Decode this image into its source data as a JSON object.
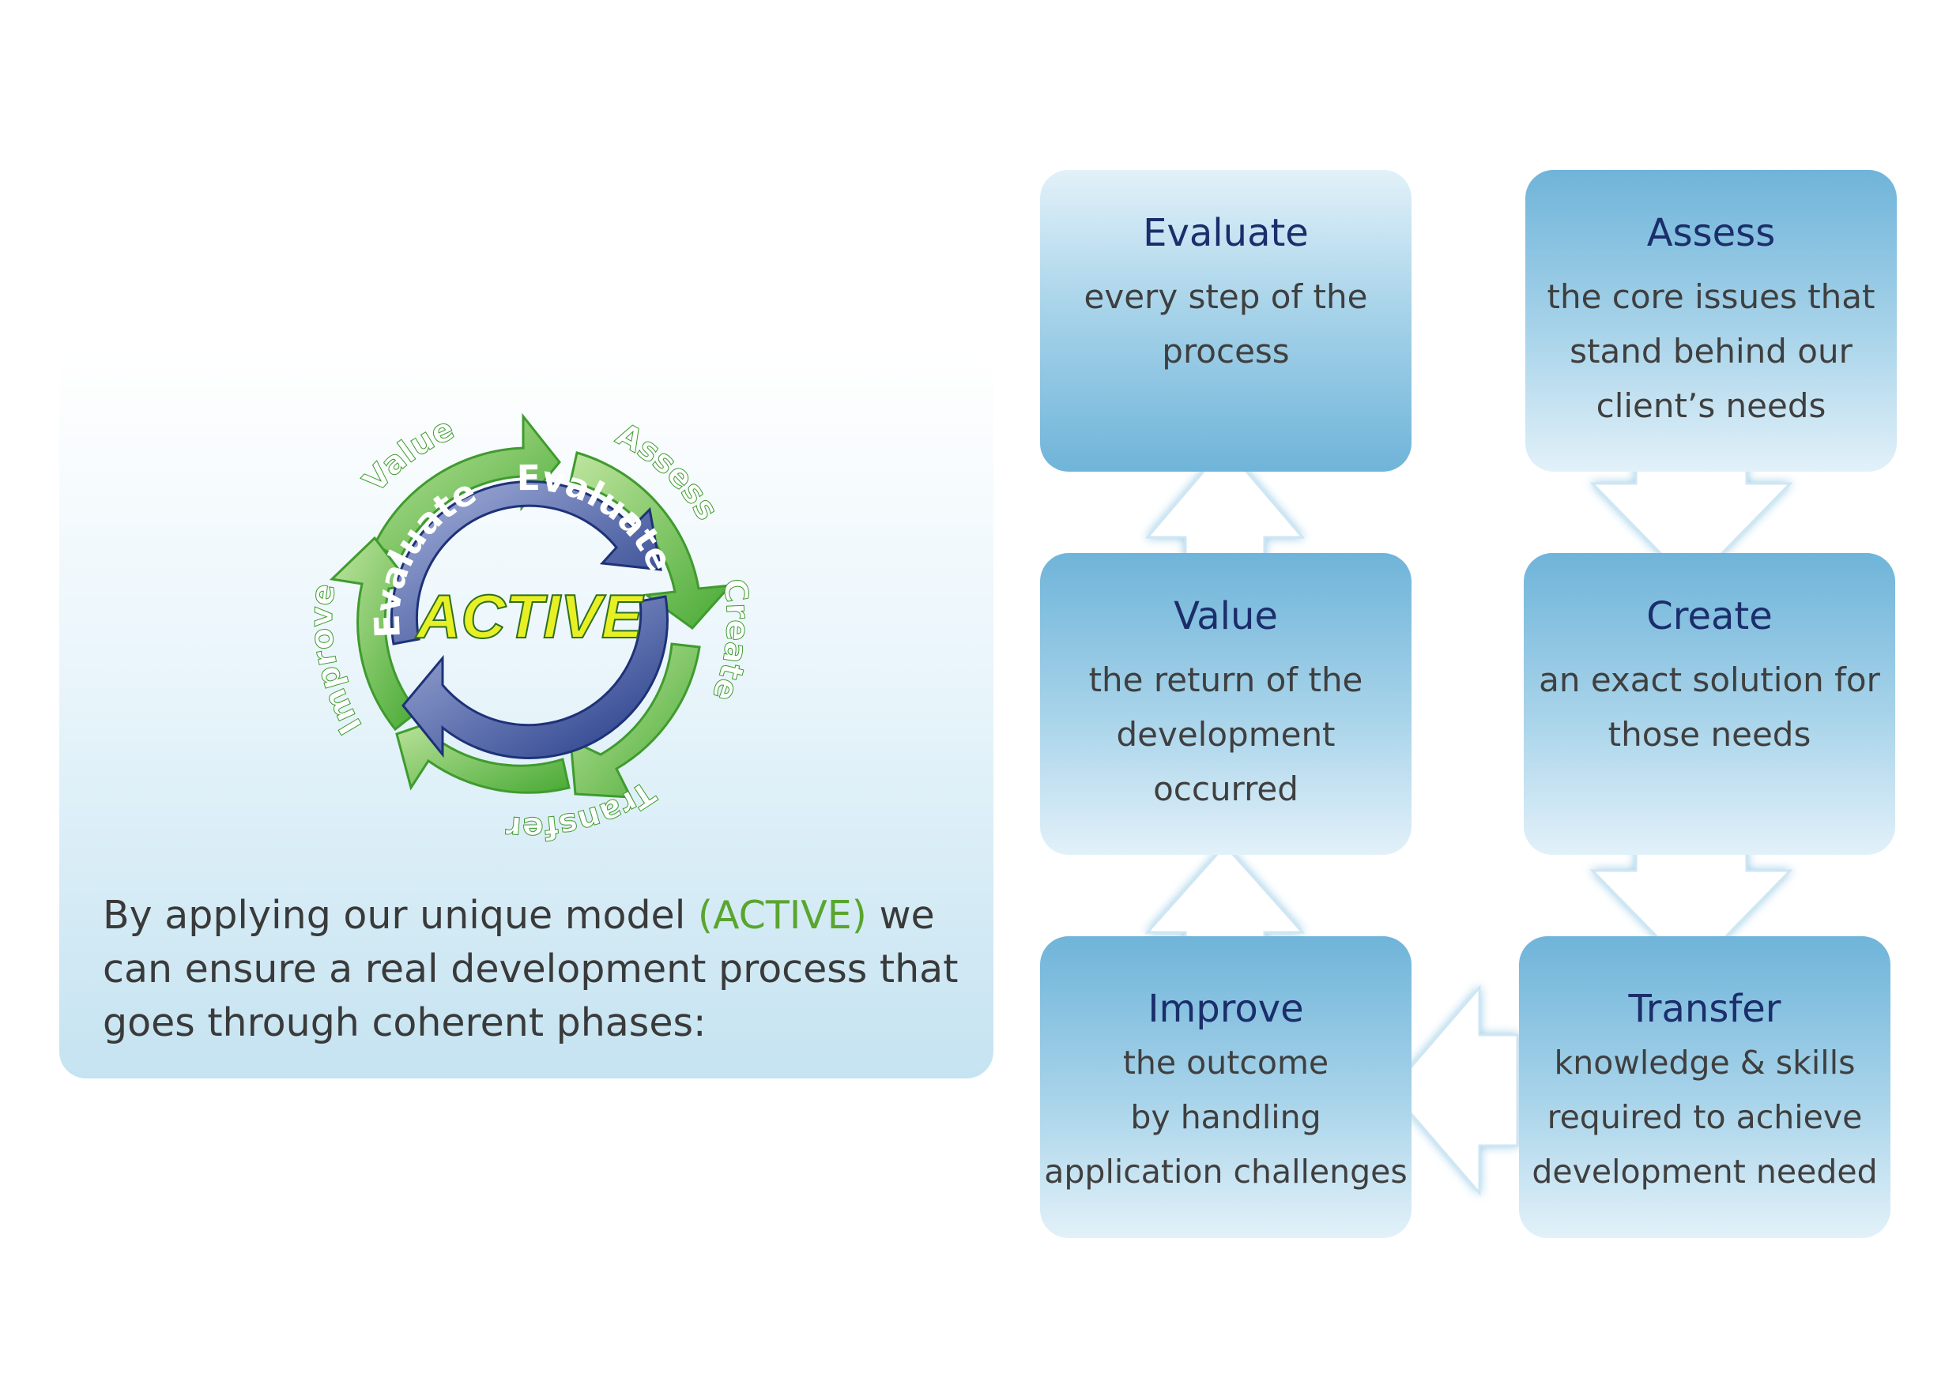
{
  "diagram": {
    "cycle": {
      "center_label": "ACTIVE",
      "inner_label_top": "Evaluate",
      "inner_label_right": "Evaluate",
      "outer_labels": [
        "Value",
        "Assess",
        "Create",
        "Transfer",
        "Improve"
      ],
      "colors": {
        "outer": "#57b43a",
        "inner": "#3a4f9a",
        "accent": "#e6f024"
      }
    },
    "intro": {
      "before": "By applying our unique model ",
      "highlight": "(ACTIVE)",
      "after": " we can ensure a real development process that goes through coherent phases:"
    },
    "steps": {
      "evaluate": {
        "title": "Evaluate",
        "desc": "every step of the\nprocess"
      },
      "assess": {
        "title": "Assess",
        "desc": "the core issues that\nstand behind our\nclient’s needs"
      },
      "value": {
        "title": "Value",
        "desc": "the return of the\ndevelopment\noccurred"
      },
      "create": {
        "title": "Create",
        "desc": "an exact solution for\nthose needs"
      },
      "improve": {
        "title": "Improve",
        "desc": "the outcome\nby handling\napplication challenges"
      },
      "transfer": {
        "title": "Transfer",
        "desc": "knowledge & skills\nrequired to achieve\ndevelopment needed"
      }
    }
  }
}
